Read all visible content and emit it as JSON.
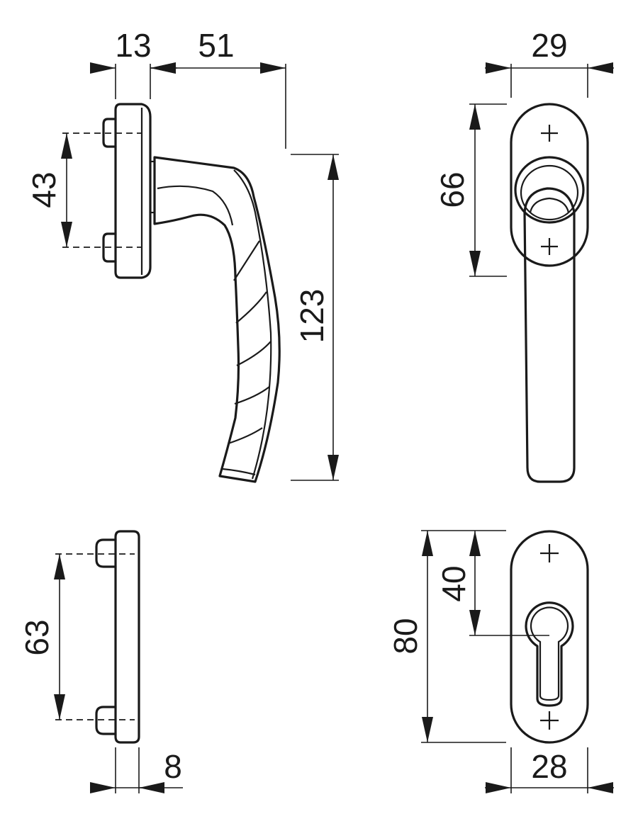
{
  "drawing": {
    "dimensions": {
      "side_rose_depth": "13",
      "side_projection": "51",
      "side_screw_spacing": "43",
      "side_handle_length": "123",
      "front_rose_width": "29",
      "front_rose_height": "66",
      "plate_screw_spacing": "63",
      "plate_thickness": "8",
      "plate_center_height": "40",
      "plate_total_height": "80",
      "plate_width": "28"
    },
    "colors": {
      "line": "#1a1a1a",
      "background": "#ffffff"
    }
  }
}
